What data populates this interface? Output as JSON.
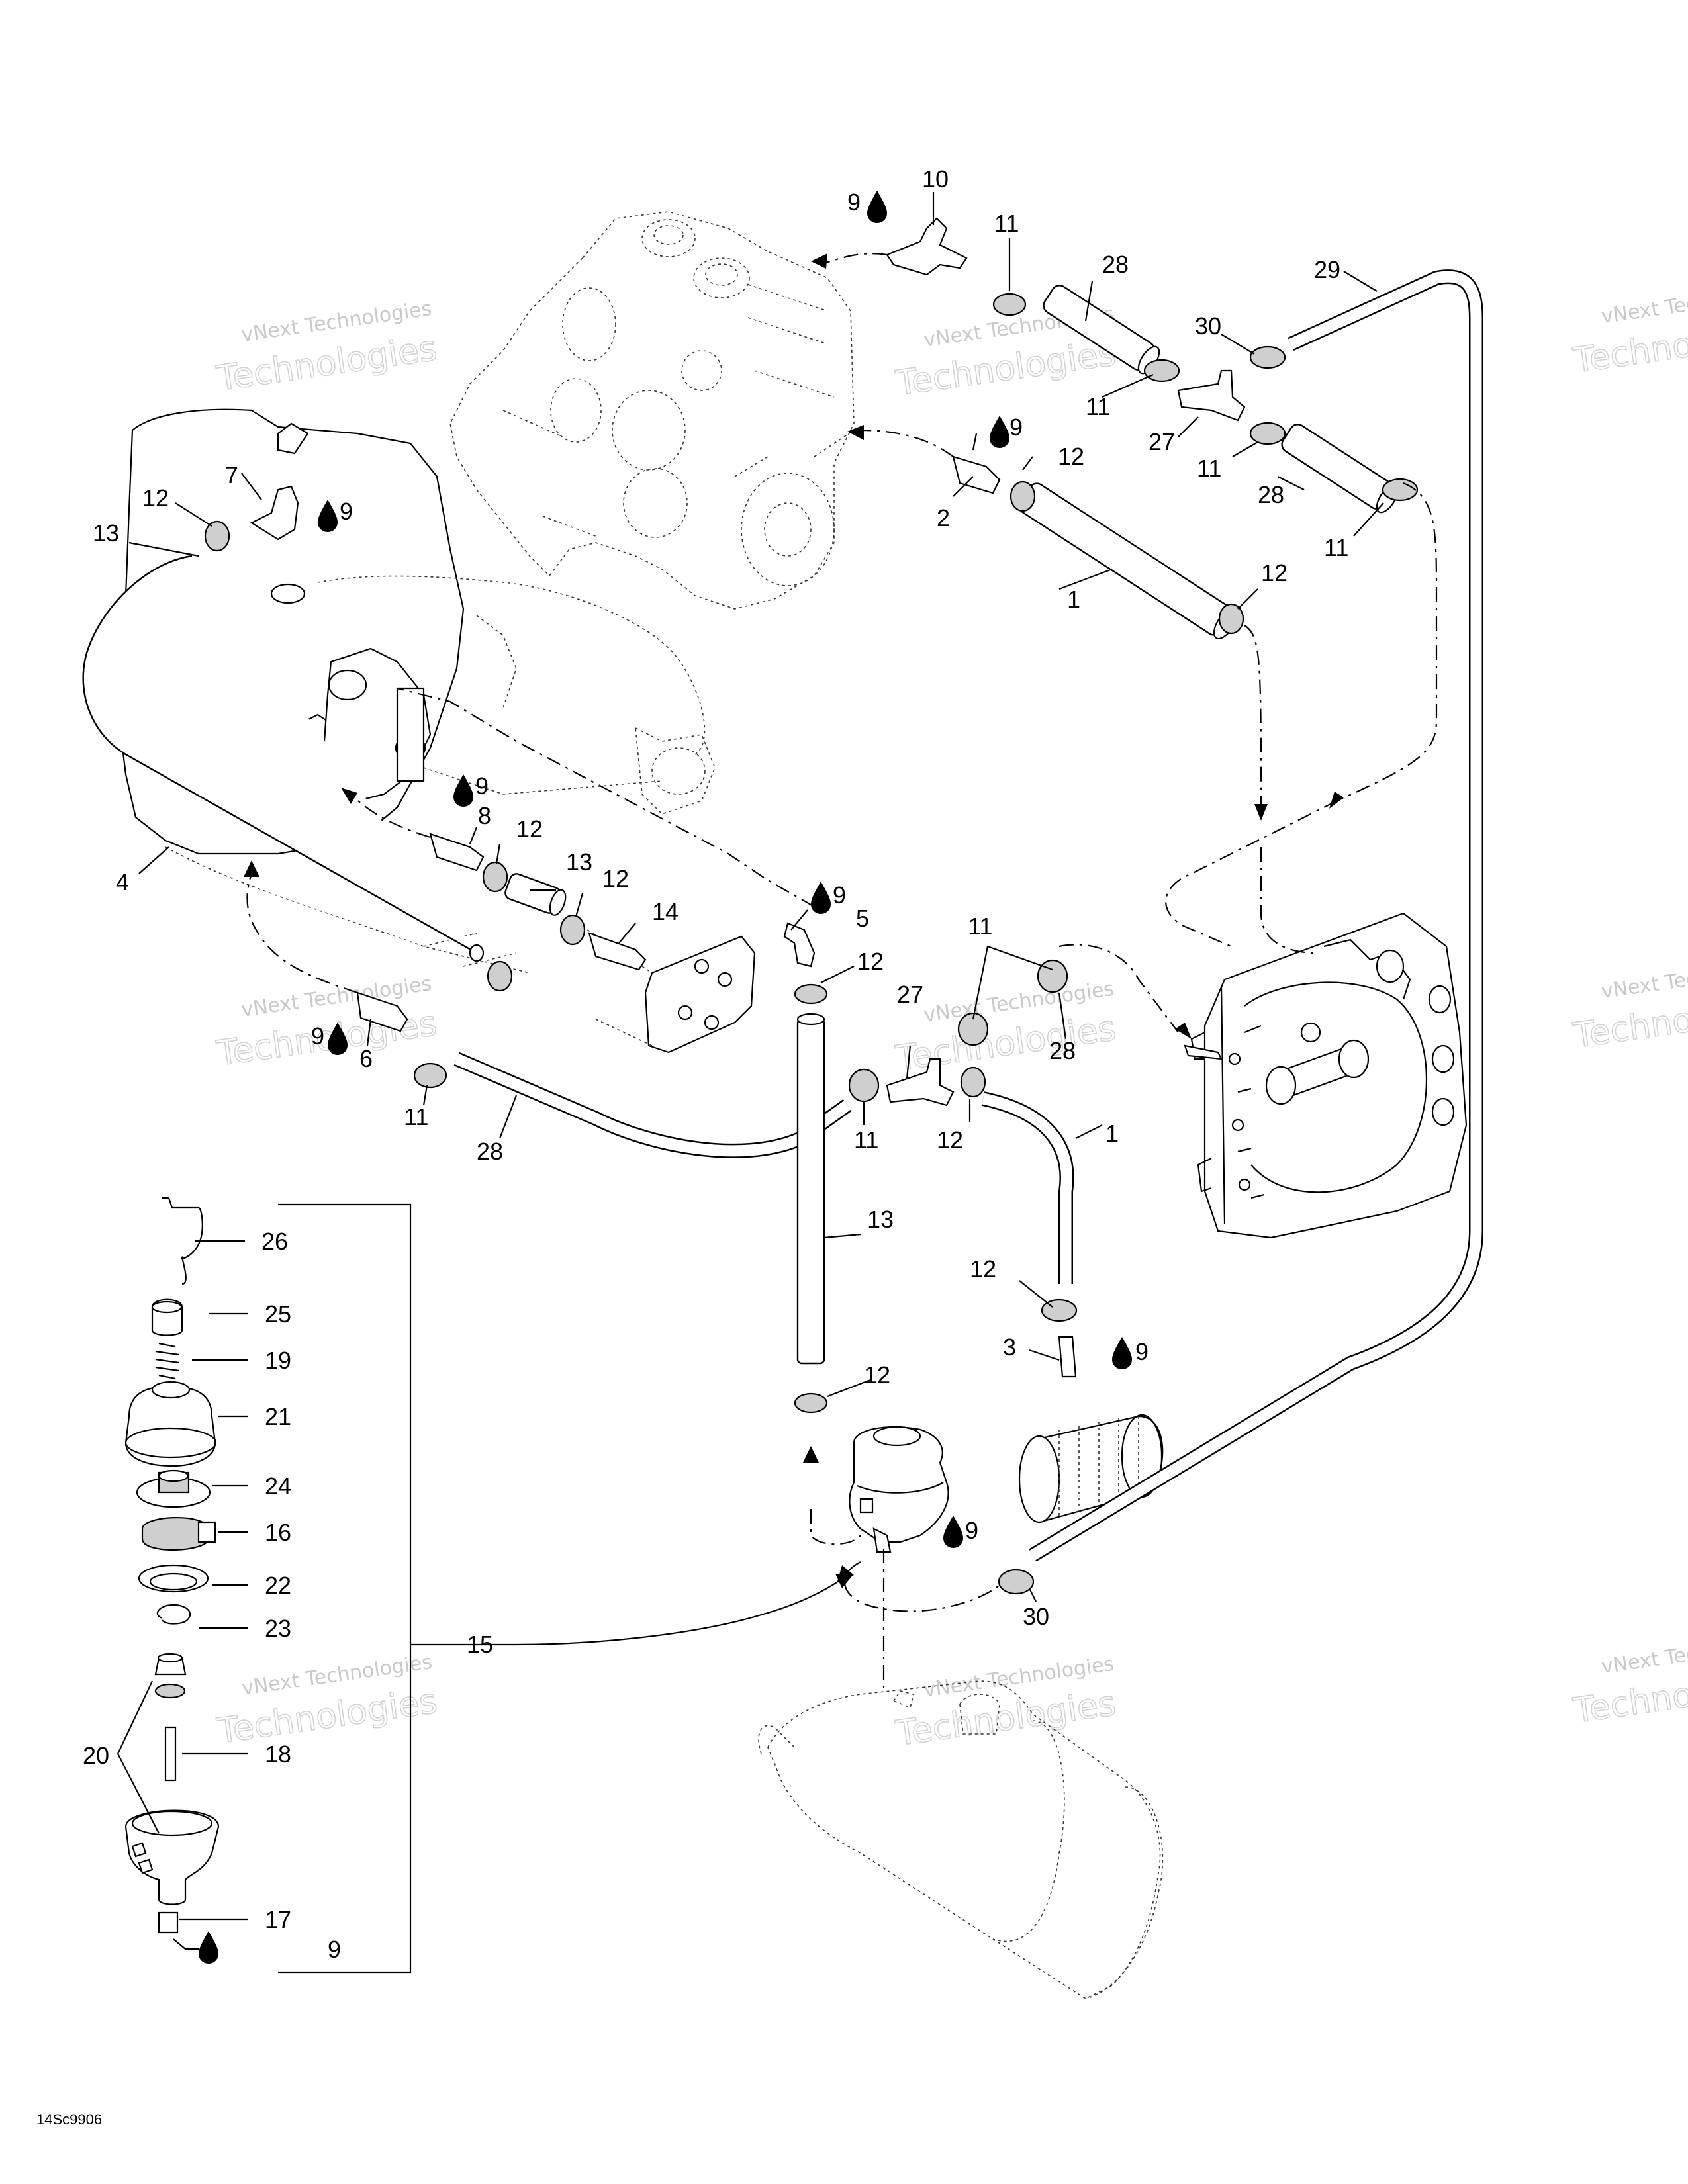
{
  "diagram_code": "14Sc9906",
  "watermark": {
    "line1": "vNext Technologies",
    "line2": "Technologies"
  },
  "callouts": {
    "c1a": "1",
    "c1b": "1",
    "c2": "2",
    "c3": "3",
    "c4": "4",
    "c5": "5",
    "c6": "6",
    "c7": "7",
    "c8": "8",
    "c9a": "9",
    "c9b": "9",
    "c9c": "9",
    "c9d": "9",
    "c9e": "9",
    "c9f": "9",
    "c9g": "9",
    "c9h": "9",
    "c9i": "9",
    "c9j": "9",
    "c10": "10",
    "c11a": "11",
    "c11b": "11",
    "c11c": "11",
    "c11d": "11",
    "c11e": "11",
    "c11f": "11",
    "c11g": "11",
    "c12a": "12",
    "c12b": "12",
    "c12c": "12",
    "c12d": "12",
    "c12e": "12",
    "c12f": "12",
    "c12g": "12",
    "c12h": "12",
    "c12i": "12",
    "c13a": "13",
    "c13b": "13",
    "c13c": "13",
    "c14": "14",
    "c15": "15",
    "c16": "16",
    "c17": "17",
    "c18": "18",
    "c19": "19",
    "c20": "20",
    "c21": "21",
    "c22": "22",
    "c23": "23",
    "c24": "24",
    "c25": "25",
    "c26": "26",
    "c27a": "27",
    "c27b": "27",
    "c28a": "28",
    "c28b": "28",
    "c28c": "28",
    "c28d": "28",
    "c29": "29",
    "c30a": "30",
    "c30b": "30"
  },
  "icons": {
    "oil_drop": "oil-drop-icon"
  }
}
